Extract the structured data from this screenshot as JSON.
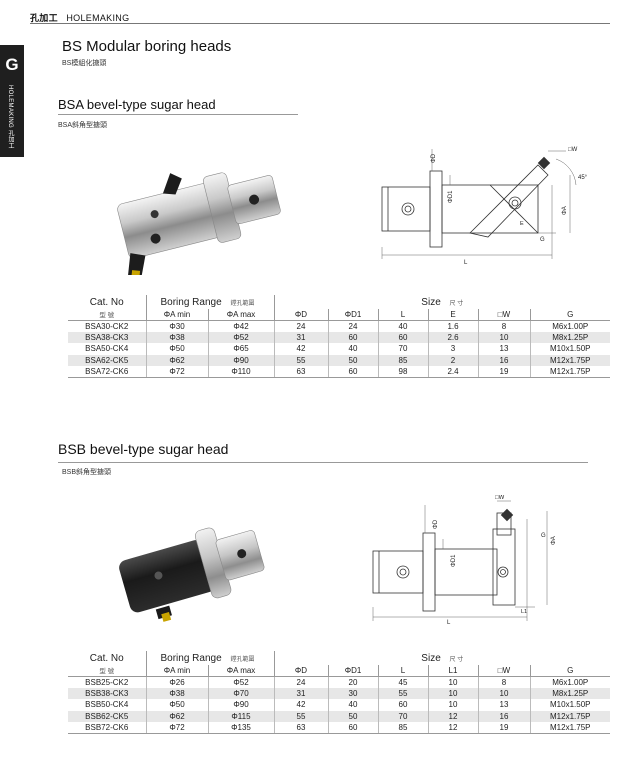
{
  "header": {
    "cn": "孔加工",
    "en": "HOLEMAKING"
  },
  "sidetab": {
    "letter": "G",
    "en": "HOLEMAKING",
    "cn": "孔加工"
  },
  "page": {
    "title": "BS Modular boring heads",
    "title_cn": "BS模組化搪頭"
  },
  "colors": {
    "tab_bg": "#1f1f1f",
    "row_alt": "#e7e7e7",
    "rule": "#999999"
  },
  "bsa": {
    "title": "BSA bevel-type sugar head",
    "title_cn": "BSA斜角型搪頭",
    "drawing": {
      "d": "ΦD",
      "d1": "ΦD1",
      "l": "L",
      "e": "E",
      "g": "G",
      "w": "□W",
      "a": "ΦA",
      "angle": "45°"
    },
    "table": {
      "cat_no": "Cat. No",
      "cat_no_cn": "型 號",
      "boring_range": "Boring Range",
      "boring_range_cn": "鏜孔範圍",
      "size": "Size",
      "size_cn": "尺 寸",
      "columns": [
        "ΦA min",
        "ΦA max",
        "ΦD",
        "ΦD1",
        "L",
        "E",
        "□W",
        "G"
      ],
      "rows": [
        [
          "BSA30-CK2",
          "Φ30",
          "Φ42",
          "24",
          "24",
          "40",
          "1.6",
          "8",
          "M6x1.00P"
        ],
        [
          "BSA38-CK3",
          "Φ38",
          "Φ52",
          "31",
          "60",
          "60",
          "2.6",
          "10",
          "M8x1.25P"
        ],
        [
          "BSA50-CK4",
          "Φ50",
          "Φ65",
          "42",
          "40",
          "70",
          "3",
          "13",
          "M10x1.50P"
        ],
        [
          "BSA62-CK5",
          "Φ62",
          "Φ90",
          "55",
          "50",
          "85",
          "2",
          "16",
          "M12x1.75P"
        ],
        [
          "BSA72-CK6",
          "Φ72",
          "Φ110",
          "63",
          "60",
          "98",
          "2.4",
          "19",
          "M12x1.75P"
        ]
      ]
    }
  },
  "bsb": {
    "title": "BSB bevel-type sugar head",
    "title_cn": "BSB斜角型搪頭",
    "drawing": {
      "d": "ΦD",
      "d1": "ΦD1",
      "l": "L",
      "l1": "L1",
      "w": "□W",
      "a": "ΦA",
      "g": "G"
    },
    "table": {
      "cat_no": "Cat. No",
      "cat_no_cn": "型 號",
      "boring_range": "Boring Range",
      "boring_range_cn": "鏜孔範圍",
      "size": "Size",
      "size_cn": "尺 寸",
      "columns": [
        "ΦA min",
        "ΦA max",
        "ΦD",
        "ΦD1",
        "L",
        "L1",
        "□W",
        "G"
      ],
      "rows": [
        [
          "BSB25-CK2",
          "Φ26",
          "Φ52",
          "24",
          "20",
          "45",
          "10",
          "8",
          "M6x1.00P"
        ],
        [
          "BSB38-CK3",
          "Φ38",
          "Φ70",
          "31",
          "30",
          "55",
          "10",
          "10",
          "M8x1.25P"
        ],
        [
          "BSB50-CK4",
          "Φ50",
          "Φ90",
          "42",
          "40",
          "60",
          "10",
          "13",
          "M10x1.50P"
        ],
        [
          "BSB62-CK5",
          "Φ62",
          "Φ115",
          "55",
          "50",
          "70",
          "12",
          "16",
          "M12x1.75P"
        ],
        [
          "BSB72-CK6",
          "Φ72",
          "Φ135",
          "63",
          "60",
          "85",
          "12",
          "19",
          "M12x1.75P"
        ]
      ]
    }
  }
}
